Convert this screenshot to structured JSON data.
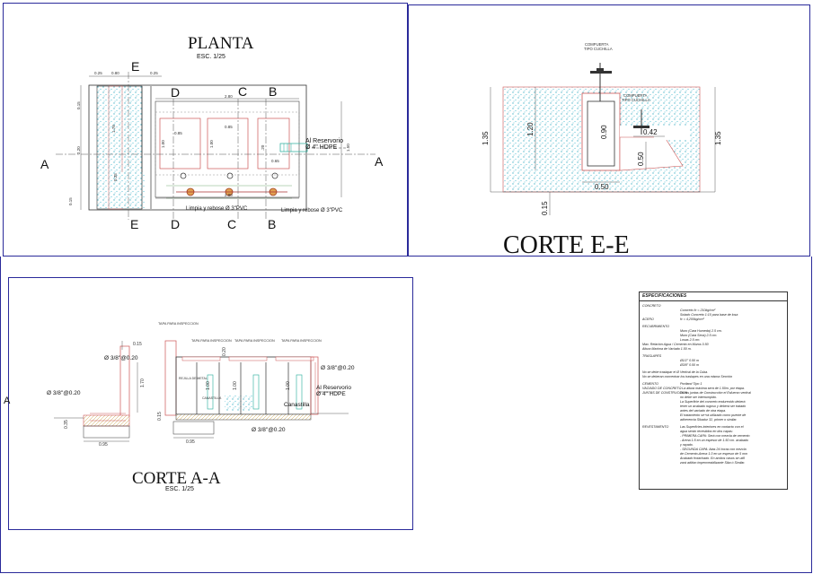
{
  "drawing": {
    "planta": {
      "title": "PLANTA",
      "scale": "ESC. 1/25",
      "section_letters": [
        "A",
        "A",
        "B",
        "B",
        "C",
        "C",
        "D",
        "D",
        "E",
        "E"
      ],
      "dims": [
        "0.25",
        "0.80",
        "0.25",
        "0.15",
        "2.20",
        "1.50",
        "0.15",
        "2.80",
        "1.78",
        "0.85",
        "1.00",
        "0.85",
        "1.00",
        "0.65",
        "0.35",
        ".20",
        "2.80",
        "0.65"
      ],
      "notes": [
        "Al Reservorio",
        "Ø 4\" HDPE",
        "Limpia y rebose  Ø 3\"PVC",
        "Limpia y rebose  Ø 3\"PVC"
      ]
    },
    "corte_ee": {
      "title": "CORTE E-E",
      "labels": [
        "COMPUERTA",
        "TIPO CUCHILLA",
        "COMPUERTA",
        "TIPO CUCHILLA"
      ],
      "dims": [
        "1.35",
        "1.20",
        "0.90",
        "0.42",
        "0.50",
        "0.50",
        "1.35",
        "0.15"
      ]
    },
    "corte_aa": {
      "title": "CORTE A-A",
      "scale": "ESC. 1/25",
      "labels": [
        "TAPA PARA INSPECCION",
        "TAPA PARA INSPECCION",
        "TAPA PARA INSPECCION",
        "TAPA PARA INSPECCION",
        "REJILLA DE METAL",
        "CANASTILLA",
        "Canastilla",
        "Al Reservorio",
        "Ø 4\" HDPE"
      ],
      "dims": [
        "0.15",
        "Ø 3/8\"@0.20",
        "Ø 3/8\"@0.20",
        "Ø 3/8\"@0.20",
        "Ø 3/8\"@0.20",
        "1.70",
        "0.15",
        "0.95",
        "0.95",
        "0.35",
        "1.00",
        "1.00",
        "1.00",
        "0.20"
      ],
      "edge_letter": "A"
    }
  },
  "specs": {
    "title": "ESPECIFICACIONES",
    "concreto": "CONCRETO",
    "concreto_rows": [
      [
        "",
        "Concreto  fc = 210kg/cm²"
      ],
      [
        "",
        "Solado      Concreto 1:10 para base de losa"
      ],
      [
        "ACERO",
        "fc = 4,200kg/cm²"
      ]
    ],
    "recubrimiento": "RECUBRIMIENTO",
    "recub_rows": [
      [
        "",
        "Muro (Cara Humeda)          2.5 cm."
      ],
      [
        "",
        "Muro (Cara Seca)              2.5 cm."
      ],
      [
        "",
        "Losas                                  2.5 cm."
      ]
    ],
    "misc": [
      "Max. Relación Agua / Cemento en Muros 0.50",
      "Altura Maxima de Vaciado 1.50 m."
    ],
    "traslapes": "TRASLAPES",
    "traslapes_rows": [
      "Ø1/2\"  0.50 m",
      "Ø3/8\"  0.50 m"
    ],
    "notes": [
      "No se debe traslapar el Ø Vertical de la Cuba.",
      "No se deberan concentrar los traslapes en una misma Sección"
    ],
    "cemento_rows": [
      [
        "CEMENTO",
        "Portland Tipo 1"
      ],
      [
        "VACIADO DE CONCRETO",
        "- La altura máxima será de 1.50m. por etapa."
      ],
      [
        "JUNTAS DE CONSTRUCCION",
        "En las juntas de Construcción el Esfuerzo vertical"
      ],
      [
        "",
        "no debe ser interrumpido."
      ],
      [
        "",
        "La Superficie del concreto endurecido deberá"
      ],
      [
        "",
        "tener un acabado rugoso y deberá ser tratado"
      ],
      [
        "",
        "antes del vaciado de otra etapa."
      ],
      [
        "",
        "El tratamiento se+rá utilizado como puente de"
      ],
      [
        "",
        "adherencia Sikadur 32, primer o similar."
      ]
    ],
    "revestimiento_rows": [
      [
        "REVESTIMIENTO",
        "Las Superficies interiores en contacto con el"
      ],
      [
        "",
        "agua serán revestidos en dos capas:"
      ],
      [
        "",
        "- PRIMERA CAPA: Será con mezcla de cemento"
      ],
      [
        "",
        "- Arena 1:5 en un espesor de 1.50 cm. acabado"
      ],
      [
        "",
        "y rayado."
      ],
      [
        "",
        "- SEGUNDA CAPA: Atas 24 horas con mezcla"
      ],
      [
        "",
        "de Cemento-Arena 1:3 en un espesor de 5 mm"
      ],
      [
        "",
        "Acabado frotachado. En ambos casos se utili"
      ],
      [
        "",
        "zará aditivo impermeabilizante Sika ó Similar."
      ]
    ]
  }
}
